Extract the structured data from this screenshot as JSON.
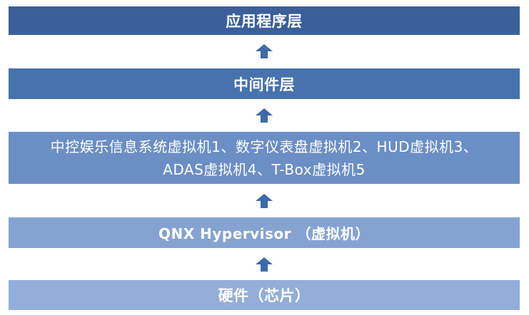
{
  "layers": [
    {
      "lines": [
        "应用程序层"
      ]
    },
    {
      "lines": [
        "中间件层"
      ]
    },
    {
      "lines": [
        "中控娱乐信息系统虚拟机1、数字仪表盘虚拟机2、HUD虚拟机3、",
        "ADAS虚拟机4、T-Box虚拟机5"
      ]
    },
    {
      "lines": [
        "QNX Hypervisor （虚拟机）"
      ]
    },
    {
      "lines": [
        "硬件（芯片）"
      ]
    }
  ],
  "colors": {
    "layer_1": "#3b5f98",
    "layer_2": "#4772ad",
    "layer_3": "#6b8ec4",
    "layer_4": "#85a3d1",
    "layer_5": "#93aed8",
    "arrow": "#3d6aa8"
  },
  "arrow_icon": "arrow-up-icon"
}
